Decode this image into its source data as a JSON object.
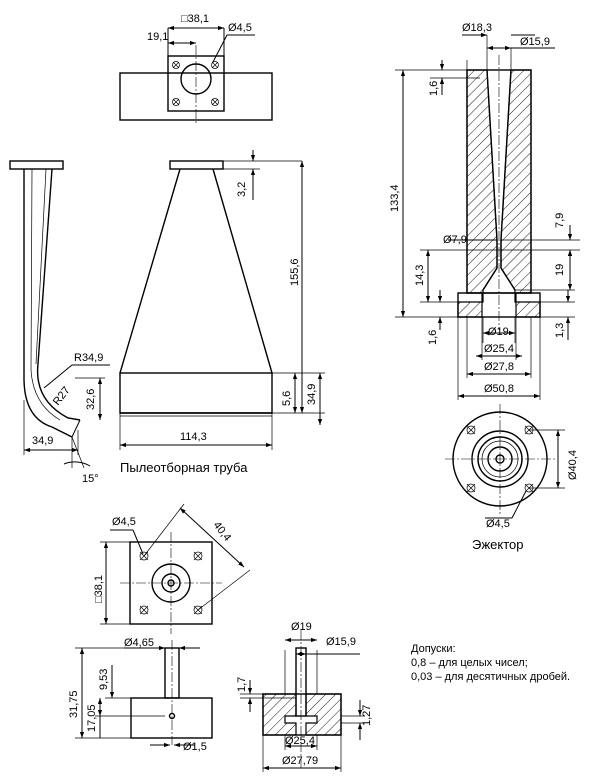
{
  "captions": {
    "dust_tube": "Пылеотборная труба",
    "ejector": "Эжектор"
  },
  "notes": {
    "title": "Допуски:",
    "line1": "0,8 – для целых чисел;",
    "line2": "0,03 – для десятичных дробей."
  },
  "dims": {
    "top_square": "□38,1",
    "top_19_1": "19,1",
    "top_hole": "Ø4,5",
    "tube_3_2": "3,2",
    "tube_155_6": "155,6",
    "tube_5_6": "5,6",
    "tube_34_9_v": "34,9",
    "tube_114_3": "114,3",
    "side_R34_9": "R34,9",
    "side_R27": "R27",
    "side_32_6": "32,6",
    "side_34_9": "34,9",
    "side_15deg": "15°",
    "ej_18_3": "Ø18,3",
    "ej_15_9": "Ø15,9",
    "ej_1_6_top": "1,6",
    "ej_133_4": "133,4",
    "ej_7_9": "7,9",
    "ej_d7_9": "Ø7,9",
    "ej_14_3": "14,3",
    "ej_19_v": "19",
    "ej_d19": "Ø19",
    "ej_1_6_bot": "1,6",
    "ej_1_3": "1,3",
    "ej_d25_4": "Ø25,4",
    "ej_d27_8": "Ø27,8",
    "ej_d50_8": "Ø50,8",
    "ej_d40_4": "Ø40,4",
    "ej_d4_5": "Ø4,5",
    "pl_d4_5": "Ø4,5",
    "pl_40_4": "40,4",
    "pl_sq38_1": "□38,1",
    "ps_d4_65": "Ø4,65",
    "ps_9_53": "9,53",
    "ps_31_75": "31,75",
    "ps_17_05": "17,05",
    "ps_d1_5": "Ø1,5",
    "nz_d19": "Ø19",
    "nz_d15_9": "Ø15,9",
    "nz_1_7": "1,7",
    "nz_1_27": "1,27",
    "nz_d25_4": "Ø25,4",
    "nz_d27_79": "Ø27,79"
  }
}
